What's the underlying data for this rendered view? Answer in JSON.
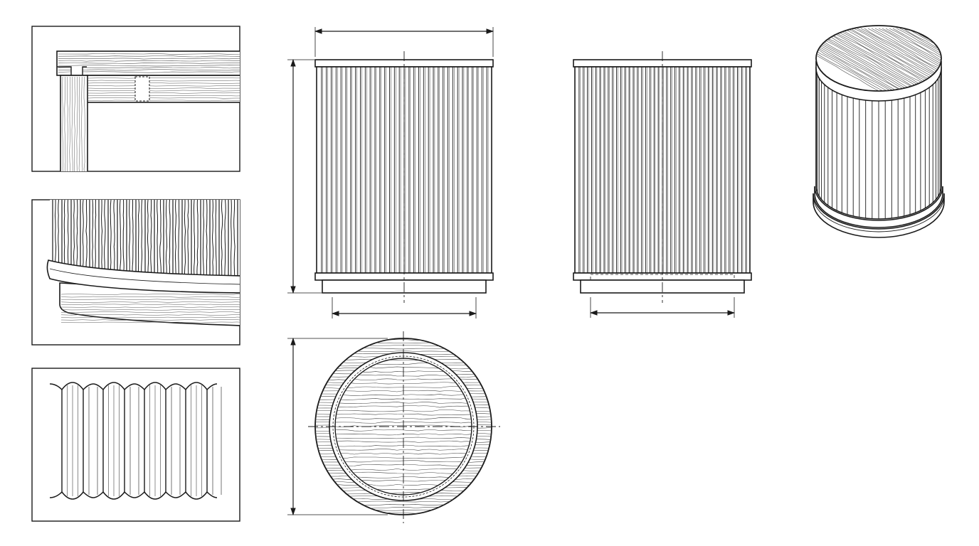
{
  "drawing": {
    "views": [
      "detail-top-joint",
      "detail-base-band",
      "detail-flute-profile",
      "front-elevation",
      "side-elevation",
      "top-plan",
      "isometric"
    ],
    "elevation": {
      "flutes": 36
    },
    "side_view": {
      "flutes": 42
    },
    "isometric": {
      "flutes": 30
    },
    "colors": {
      "line": "#1a1a1a",
      "paper": "#ffffff",
      "wood_fill": "#f7f4ee"
    }
  }
}
